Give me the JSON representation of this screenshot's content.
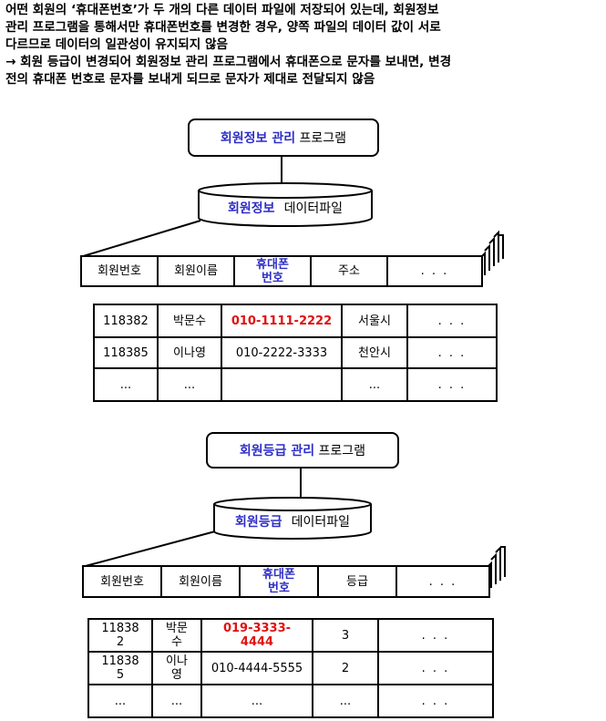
{
  "intro": [
    "어떤 회원의 ‘휴대폰번호’가 두 개의 다른 데이터 파일에 저장되어 있는데, 회원정보",
    "관리 프로그램을 통해서만 휴대폰번호를 변경한 경우, 양쪽 파일의 데이터 값이 서로",
    "다르므로 데이터의 일관성이 유지되지 않음",
    "→ 회원 등급이 변경되어 회원정보 관리 프로그램에서 휴대폰으로 문자를 보내면, 변경",
    "전의 휴대폰 번호로 문자를 보내게 되므로 문자가 제대로 전달되지 않음"
  ],
  "top": {
    "program": {
      "highlight": "회원정보 관리",
      "rest": "프로그램"
    },
    "datafile": {
      "highlight": "회원정보",
      "rest": "데이터파일"
    },
    "headers": [
      "회원번호",
      "회원이름",
      "휴대폰\n번호",
      "주소",
      ". . ."
    ],
    "rows": [
      [
        "118382",
        "박문수",
        "010-1111-2222",
        "서울시",
        ". . ."
      ],
      [
        "118385",
        "이나영",
        "010-2222-3333",
        "천안시",
        ". . ."
      ],
      [
        "...",
        "...",
        "",
        "...",
        ". . ."
      ]
    ]
  },
  "bottom": {
    "program": {
      "highlight": "회원등급 관리",
      "rest": "프로그램"
    },
    "datafile": {
      "highlight": "회원등급",
      "rest": "데이터파일"
    },
    "headers": [
      "회원번호",
      "회원이름",
      "휴대폰\n번호",
      "등급",
      ". . ."
    ],
    "rows": [
      [
        "11838\n2",
        "박문\n수",
        "019-3333-\n4444",
        "3",
        ". . ."
      ],
      [
        "11838\n5",
        "이나\n영",
        "010-4444-5555",
        "2",
        ". . ."
      ],
      [
        "...",
        "...",
        "...",
        "...",
        ". . ."
      ]
    ]
  },
  "colors": {
    "highlight": "#2d2dc8",
    "changed": "#e01010"
  }
}
